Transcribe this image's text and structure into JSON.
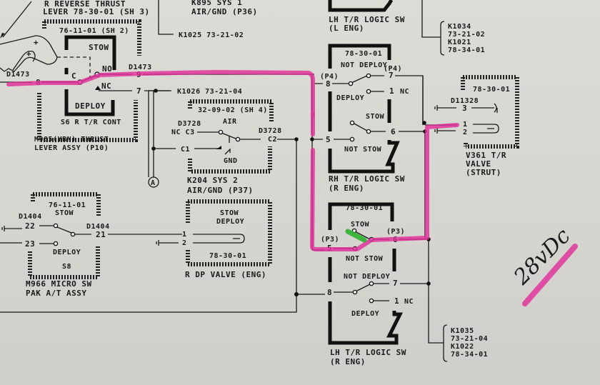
{
  "diagram": {
    "type": "aircraft-wiring-schematic",
    "labels_top": {
      "r_reverse_thrust_lever": [
        "R REVERSE THRUST",
        "LEVER 78-30-01 (SH 3)"
      ],
      "k895": [
        "K895  SYS 1",
        "AIR/GND (P36)"
      ],
      "k1025_ref": "K1025 73-21-02",
      "lh_logic_top": [
        "LH T/R LOGIC SW",
        "(L ENG)"
      ],
      "k1034_ref": [
        "K1034",
        "73-21-02",
        "K1021",
        "78-34-01"
      ]
    },
    "s6_switch": {
      "ref": "76-11-01 (SH 2)",
      "stow": "STOW",
      "deploy": "DEPLOY",
      "c": "C",
      "no": "NO",
      "nc": "NC",
      "wire_left": "D1473",
      "pin_left": "8",
      "wire_right": "D1473",
      "pin_right": "9",
      "pin_nc": "7",
      "id": "S6   R T/R CONT",
      "assy": [
        "M985(YBN)  THRUST",
        "LEVER ASSY (P10)"
      ]
    },
    "k1026_ref": "K1026 73-21-04",
    "k204_relay": {
      "ref": "32-09-02 (SH 4)",
      "air": "AIR",
      "gnd": "GND",
      "wire_nc": "D3728",
      "pin_nc": "NC C3",
      "pin_c1": "C1",
      "wire_c2": "D3728",
      "pin_c2": "C2",
      "name": [
        "K204   SYS 2",
        "AIR/GND (P37)"
      ]
    },
    "connector_a": "A",
    "rh_logic_sw": {
      "ref": "78-30-01",
      "not_deploy": "NOT DEPLOY",
      "p4_left": "(P4)",
      "p4_right": "(P4)",
      "pin8": "8",
      "pin7": "7",
      "pin1": "1",
      "nc": "NC",
      "deploy": "DEPLOY",
      "stow": "STOW",
      "pin5": "5",
      "pin6": "6",
      "not_stow": "NOT STOW",
      "name": [
        "RH T/R LOGIC SW",
        "(R ENG)"
      ]
    },
    "v361_valve": {
      "ref": "78-30-01",
      "wire": "D11328",
      "pin3": "3",
      "pin1": "1",
      "pin2": "2",
      "name": [
        "V361  T/R",
        "VALVE",
        "(STRUT)"
      ]
    },
    "s8_switch": {
      "ref": "76-11-01",
      "stow": "STOW",
      "deploy": "DEPLOY",
      "wire_left": "D1404",
      "pin22": "22",
      "pin23": "23",
      "wire_right": "D1404",
      "pin21": "21",
      "id": "S8",
      "name": [
        "M966  MICRO SW",
        "PAK A/T ASSY"
      ]
    },
    "r_dp_valve": {
      "stow": "STOW",
      "deploy": "DEPLOY",
      "pin1": "1",
      "pin2": "2",
      "ref": "78-30-01",
      "name": "R DP VALVE (ENG)"
    },
    "lh_logic_sw": {
      "ref": "78-30-01",
      "stow": "STOW",
      "p3_left": "(P3)",
      "p3_right": "(P3)",
      "pin5": "5",
      "pin6": "6",
      "not_stow": "NOT STOW",
      "not_deploy": "NOT DEPLOY",
      "pin8": "8",
      "pin7": "7",
      "pin1": "1",
      "nc": "NC",
      "deploy": "DEPLOY",
      "name": [
        "LH T/R LOGIC SW",
        "(R ENG)"
      ]
    },
    "k1035_ref": [
      "K1035",
      "73-21-04",
      "K1022",
      "78-34-01"
    ],
    "handwritten_note": "28vDc",
    "annotation_colors": {
      "highlight": "#e0309a",
      "switch_mark": "#2fb02c"
    }
  }
}
